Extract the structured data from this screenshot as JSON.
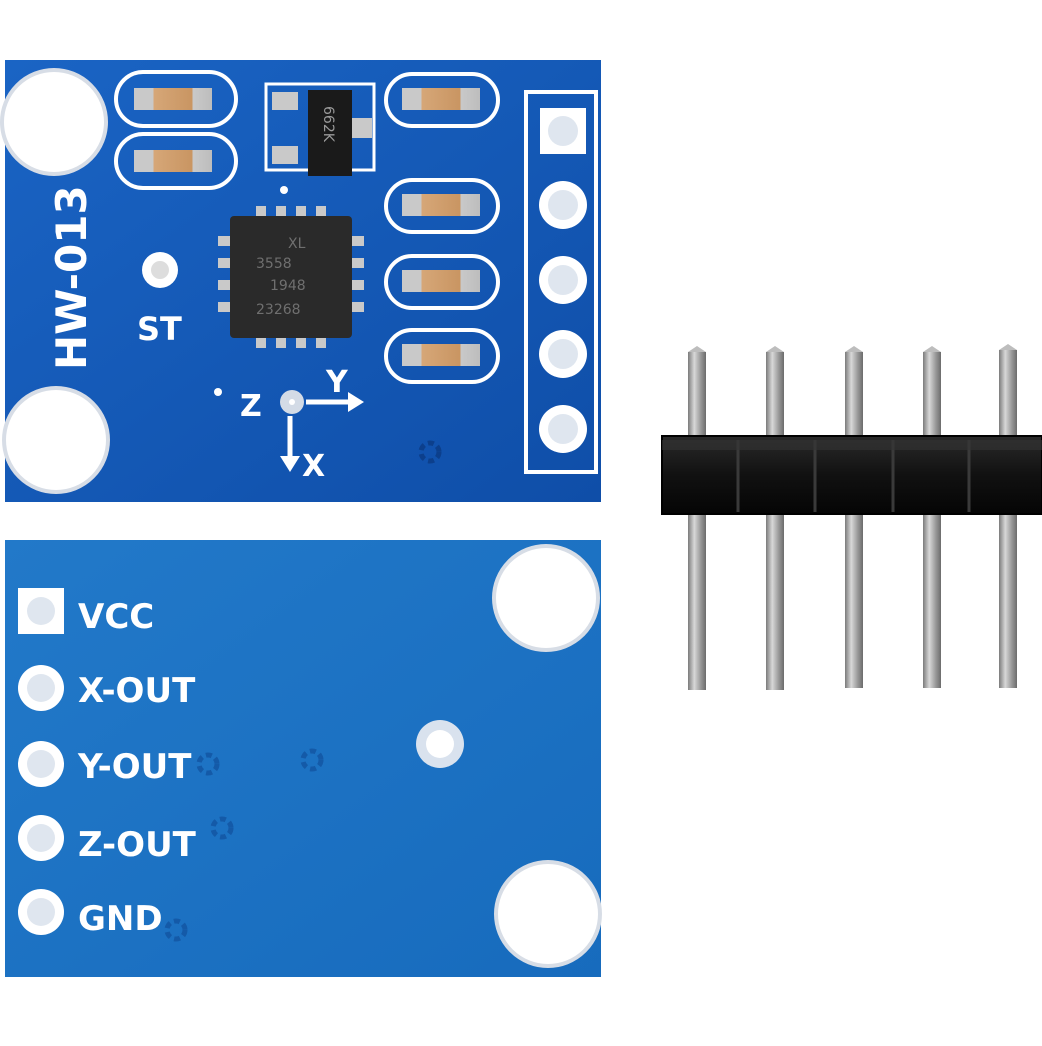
{
  "front_board": {
    "model_label": "HW-013",
    "st_label": "ST",
    "chip_marking": [
      "XL",
      "3558",
      "1948",
      "23268"
    ],
    "regulator_marking": "662K",
    "axis_labels": {
      "z": "Z",
      "y": "Y",
      "x": "X"
    }
  },
  "back_board": {
    "pins": [
      {
        "label": "VCC"
      },
      {
        "label": "X-OUT"
      },
      {
        "label": "Y-OUT"
      },
      {
        "label": "Z-OUT"
      },
      {
        "label": "GND"
      }
    ]
  },
  "colors": {
    "pcb_front": "#1358b8",
    "pcb_back": "#1f73c4",
    "silkscreen": "#ffffff",
    "header_plastic": "#151515",
    "header_pin": "#a7a7a7"
  },
  "header": {
    "pin_count": 5
  }
}
